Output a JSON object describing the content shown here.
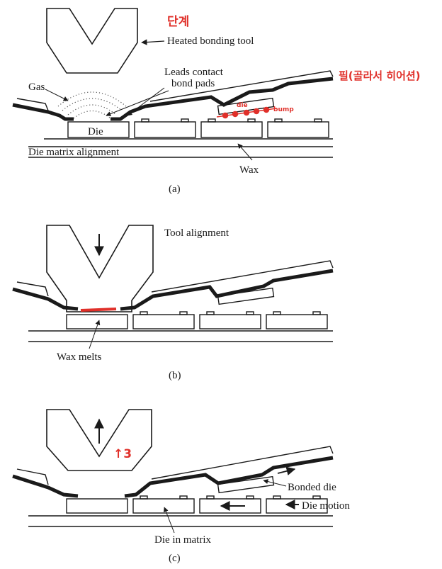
{
  "panels": {
    "a": {
      "caption": "(a)",
      "labels": {
        "tool": "Heated bonding tool",
        "leads_line1": "Leads contact",
        "leads_line2": "bond pads",
        "gas": "Gas",
        "die": "Die",
        "matrix": "Die matrix alignment",
        "wax": "Wax"
      },
      "handwriting": {
        "tool_note": "단계",
        "film_note": "필(골라서 히어션)",
        "die_note": "die",
        "bump_note": "bump"
      }
    },
    "b": {
      "caption": "(b)",
      "labels": {
        "tool_alignment": "Tool alignment",
        "wax_melts": "Wax melts"
      }
    },
    "c": {
      "caption": "(c)",
      "labels": {
        "bonded_die": "Bonded die",
        "die_motion": "Die motion",
        "die_in_matrix": "Die in matrix"
      },
      "handwriting": {
        "up_note": "↑3"
      }
    }
  },
  "colors": {
    "ink": "#1a1a1a",
    "annotation": "#e0302a"
  }
}
